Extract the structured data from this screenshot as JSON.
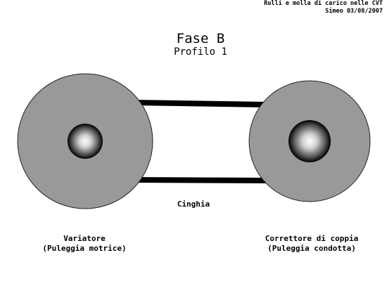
{
  "header_note": {
    "line1": "Rulli e molla di carico nelle CVT",
    "line2": "Simeo 03/08/2007"
  },
  "title": {
    "main": "Fase B",
    "sub": "Profilo 1"
  },
  "belt": {
    "label": "Cinghia"
  },
  "driver_pulley": {
    "name": "Variatore",
    "description": "(Puleggia motrice)"
  },
  "driven_pulley": {
    "name": "Correttore di coppia",
    "description": "(Puleggia condotta)"
  },
  "colors": {
    "pulley_fill": "#999999",
    "pulley_stroke": "#222222",
    "belt": "#000000",
    "hub_highlight": "#ffffff",
    "hub_shadow": "#000000"
  }
}
